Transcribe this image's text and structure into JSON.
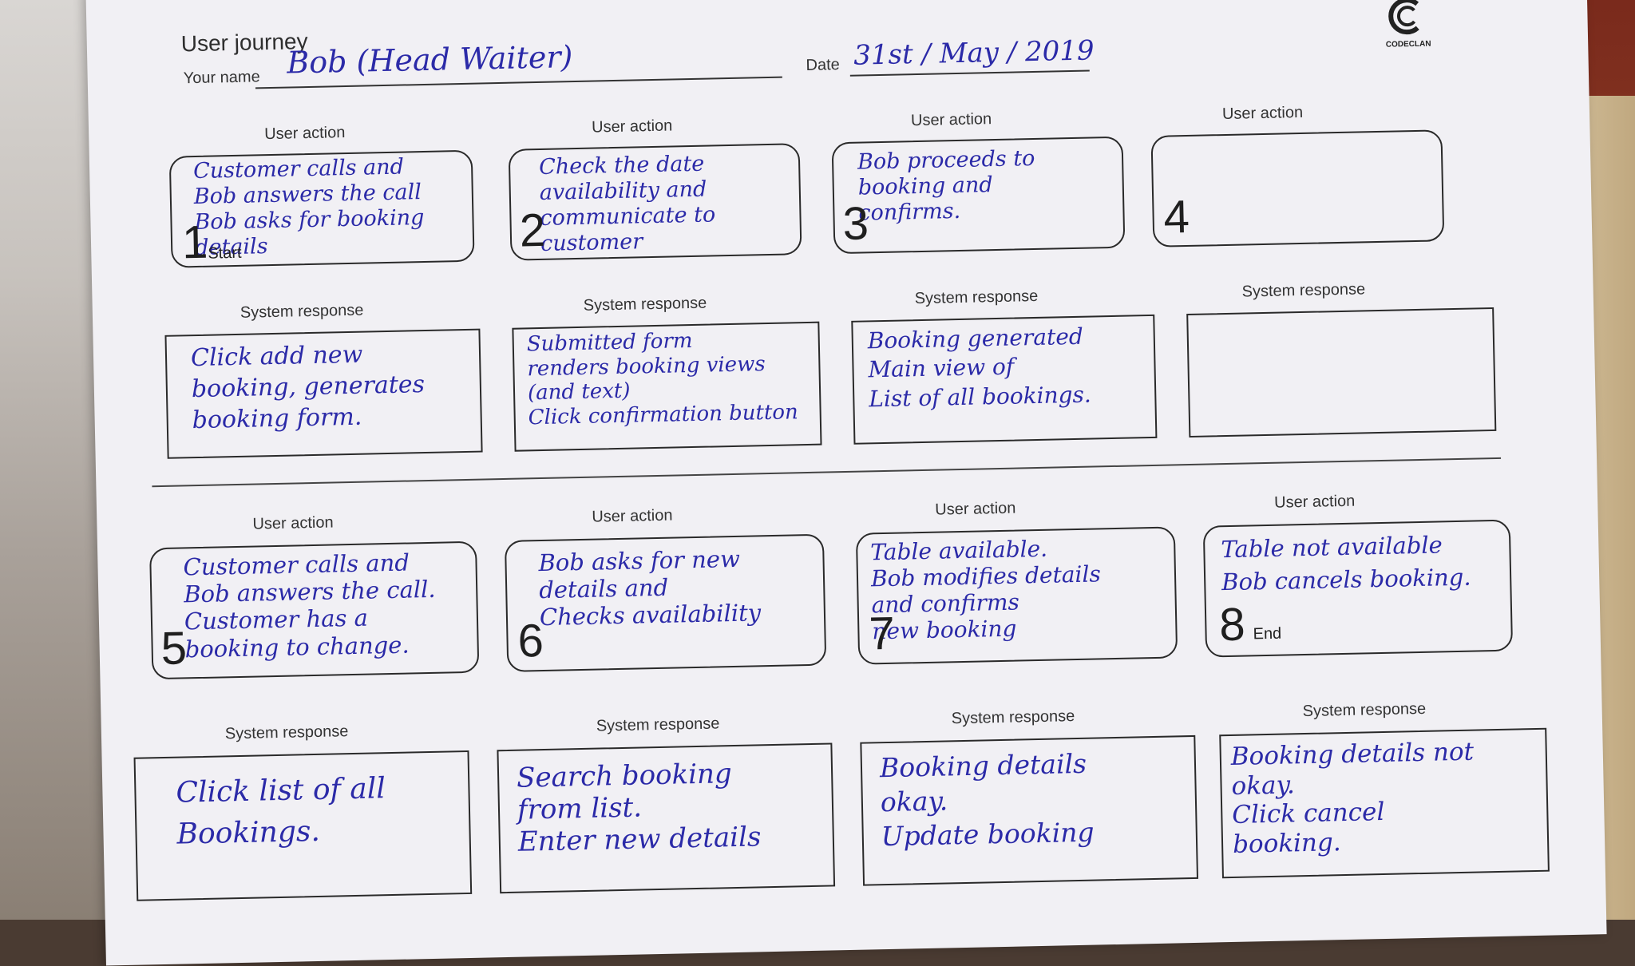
{
  "form": {
    "title": "User journey",
    "name_label": "Your name",
    "name_value": "Bob (Head Waiter)",
    "date_label": "Date",
    "date_value": "31st / May / 2019",
    "logo_text": "CODECLAN"
  },
  "labels": {
    "user_action": "User action",
    "system_response": "System response",
    "start": "Start",
    "end": "End"
  },
  "steps": [
    {
      "number": "1",
      "action": "Customer calls and\nBob answers the call\nBob asks for booking\ndetails",
      "response": "Click add new\nbooking, generates\nbooking form."
    },
    {
      "number": "2",
      "action": "Check the date\navailability and\ncommunicate to\ncustomer",
      "response": "Submitted form\nrenders booking views\n(and text)\nClick confirmation button"
    },
    {
      "number": "3",
      "action": "Bob proceeds to\nbooking and\nconfirms.",
      "response": "Booking generated\nMain view of\nList of all bookings."
    },
    {
      "number": "4",
      "action": "",
      "response": ""
    },
    {
      "number": "5",
      "action": "Customer calls and\nBob answers the call.\nCustomer has a\nbooking to change.",
      "response": "Click list of all\nBookings."
    },
    {
      "number": "6",
      "action": "Bob asks for new\ndetails and\nChecks availability",
      "response": "Search booking\nfrom list.\nEnter new details"
    },
    {
      "number": "7",
      "action": "Table available.\nBob modifies details\nand confirms\nnew booking",
      "response": "Booking details\nokay.\nUpdate booking"
    },
    {
      "number": "8",
      "action": "Table not available\nBob cancels booking.",
      "response": "Booking details not\nokay.\nClick cancel\nbooking."
    }
  ]
}
